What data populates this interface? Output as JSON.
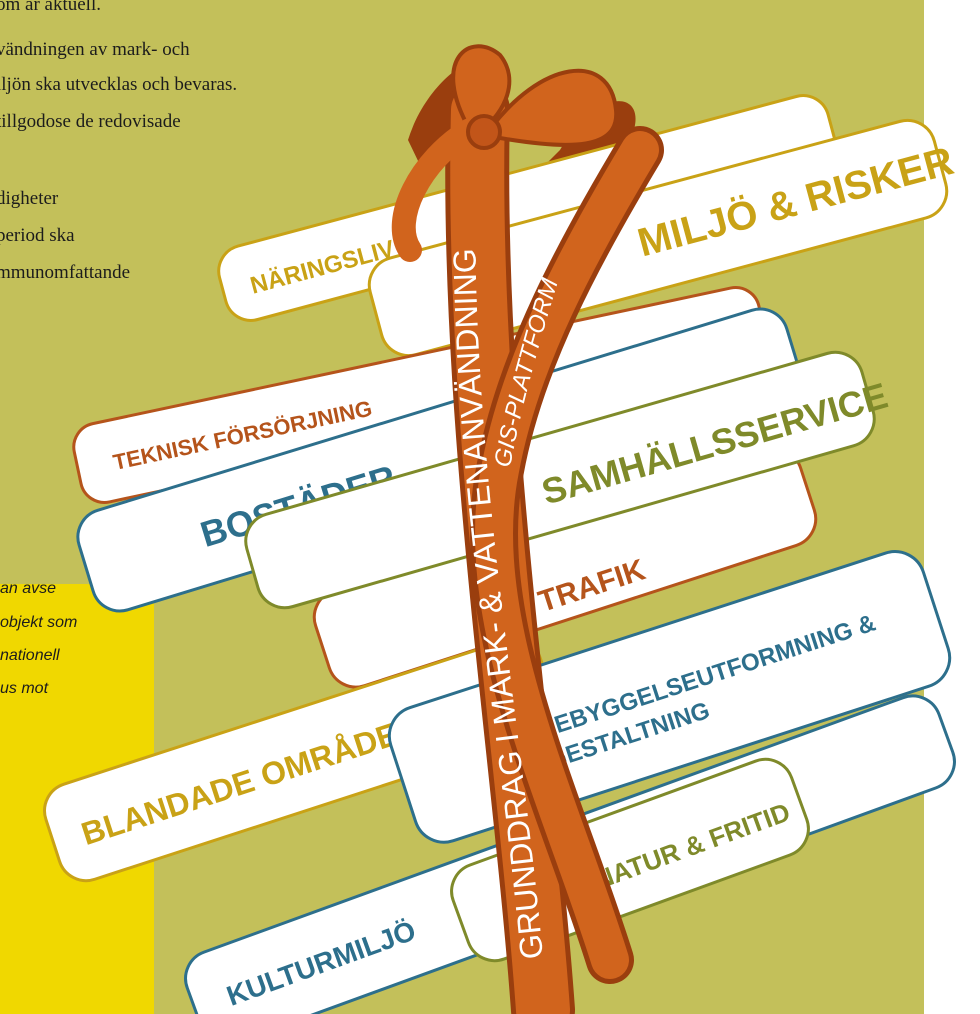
{
  "body_text": {
    "line_1": "om är aktuell.",
    "line_2": "vändningen av mark- och",
    "line_3": "iljön ska utvecklas och bevaras.",
    "line_4": "tillgodose de redovisade",
    "line_5": "digheter",
    "line_6": "period ska",
    "line_7": "mmunomfattande"
  },
  "sidebar_quote": {
    "line_1": "an avse",
    "line_2": "objekt som",
    "line_3": "nationell",
    "line_4": "us mot"
  },
  "illustration": {
    "tags": {
      "naringsliv": "NÄRINGSLIV",
      "miljo_risker": "MILJÖ & RISKER",
      "teknisk": "TEKNISK FÖRSÖRJNING",
      "bostader": "BOSTÄDER",
      "samhallsservice": "SAMHÄLLSSERVICE",
      "trafik": "TRAFIK",
      "bebyggelse_1": "BEBYGGELSEUTFORMNING &",
      "bebyggelse_2": "GESTALTNING",
      "blandade": "BLANDADE OMRÅDEN",
      "kulturmiljo": "KULTURMILJÖ",
      "natur_fritid": "NATUR & FRITID"
    },
    "ribbon_labels": {
      "main": "GRUNDDRAG I MARK- & VATTENANVÄNDNING",
      "secondary": "GIS-PLATTFORM"
    },
    "colors": {
      "background_olive": "#c3c05a",
      "sidebar_yellow": "#f0d800",
      "ribbon_orange": "#d1641d",
      "ribbon_dark": "#9a3e0e",
      "tag_gold": "#c9a216",
      "tag_olive": "#7f8a2a",
      "tag_rust": "#b5541b",
      "tag_teal": "#2d6f8c"
    }
  }
}
